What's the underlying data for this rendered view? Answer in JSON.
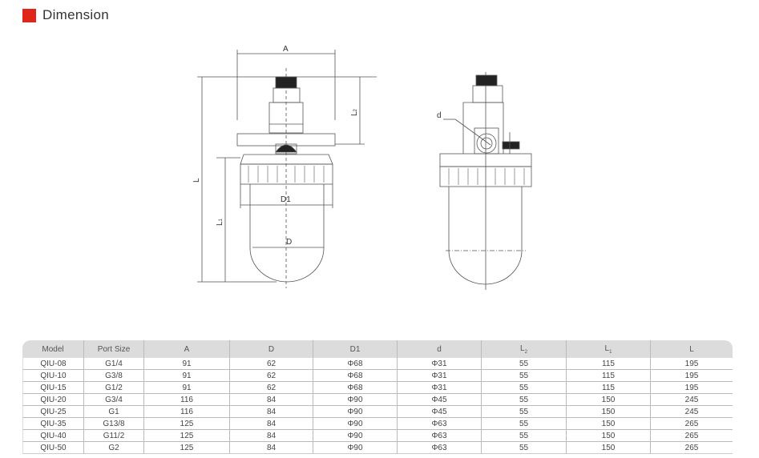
{
  "title": "Dimension",
  "accent": "#e0261b",
  "drawing_labels": {
    "A": "A",
    "L": "L",
    "L1": "L",
    "L1_sub": "1",
    "L2": "L",
    "L2_sub": "2",
    "D1": "D1",
    "D": "D",
    "d": "d"
  },
  "table": {
    "headers": [
      "Model",
      "Port Size",
      "A",
      "D",
      "D1",
      "d",
      "L",
      "L",
      "L"
    ],
    "header_subs": [
      "",
      "",
      "",
      "",
      "",
      "",
      "2",
      "1",
      ""
    ],
    "rows": [
      [
        "QIU-08",
        "G1/4",
        "91",
        "62",
        "Φ68",
        "Φ31",
        "55",
        "115",
        "195"
      ],
      [
        "QIU-10",
        "G3/8",
        "91",
        "62",
        "Φ68",
        "Φ31",
        "55",
        "115",
        "195"
      ],
      [
        "QIU-15",
        "G1/2",
        "91",
        "62",
        "Φ68",
        "Φ31",
        "55",
        "115",
        "195"
      ],
      [
        "QIU-20",
        "G3/4",
        "116",
        "84",
        "Φ90",
        "Φ45",
        "55",
        "150",
        "245"
      ],
      [
        "QIU-25",
        "G1",
        "116",
        "84",
        "Φ90",
        "Φ45",
        "55",
        "150",
        "245"
      ],
      [
        "QIU-35",
        "G13/8",
        "125",
        "84",
        "Φ90",
        "Φ63",
        "55",
        "150",
        "265"
      ],
      [
        "QIU-40",
        "G11/2",
        "125",
        "84",
        "Φ90",
        "Φ63",
        "55",
        "150",
        "265"
      ],
      [
        "QIU-50",
        "G2",
        "125",
        "84",
        "Φ90",
        "Φ63",
        "55",
        "150",
        "265"
      ]
    ]
  }
}
